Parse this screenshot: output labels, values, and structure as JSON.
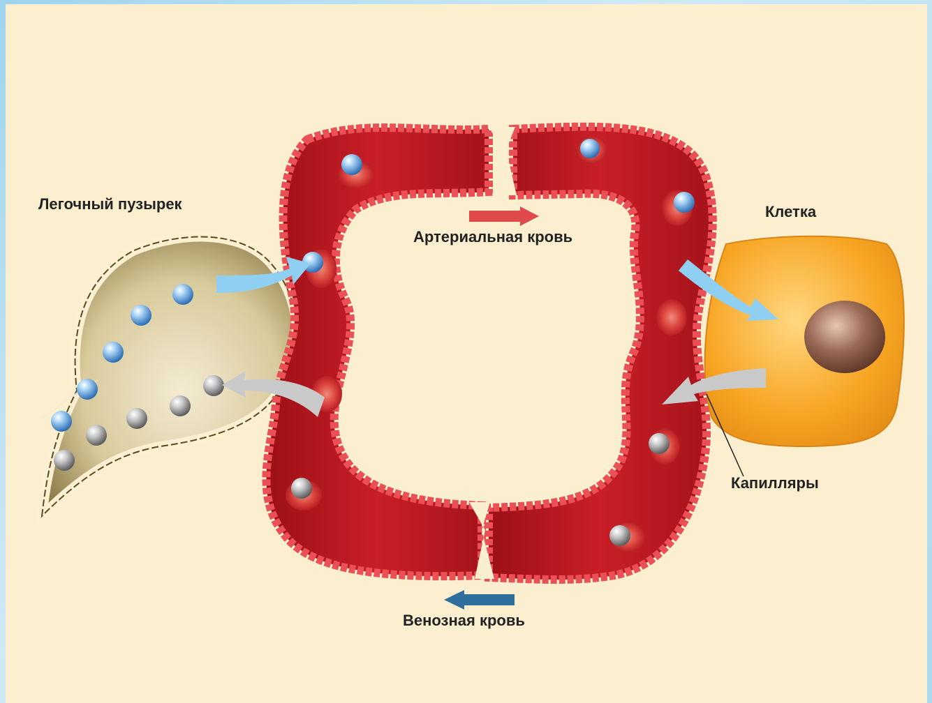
{
  "labels": {
    "alveolus": "Легочный пузырек",
    "arterial": "Артериальная кровь",
    "cell": "Клетка",
    "capillaries": "Капилляры",
    "venous": "Венозная кровь"
  },
  "colors": {
    "panel_background": "#fcefcf",
    "vessel": "#c8202a",
    "vessel_wall": "#e8404a",
    "oxygen": "#5aa8e6",
    "carbon_dioxide": "#a8a8a8",
    "cell": "#f6a11d",
    "nucleus": "#8a5a48",
    "arterial_arrow": "#e04a4a",
    "venous_arrow": "#2f6f9e"
  }
}
